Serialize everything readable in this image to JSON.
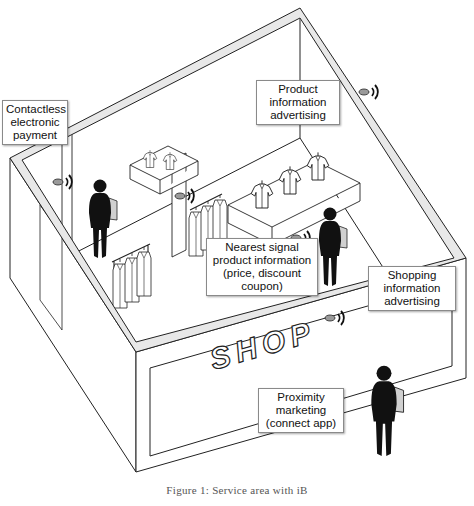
{
  "diagram": {
    "caption": "Figure 1: Service area with iB",
    "nodes": [
      {
        "text": [
          "Contactless electronic payment"
        ]
      },
      {
        "text": [
          "Product information advertising"
        ]
      },
      {
        "text": [
          "Nearest signal product information (price, discount coupon)"
        ]
      },
      {
        "text": [
          "Shopping information advertising"
        ]
      },
      {
        "text": [
          "Proximity marketing (connect app)"
        ]
      }
    ],
    "labels": [
      "SHOP"
    ]
  }
}
